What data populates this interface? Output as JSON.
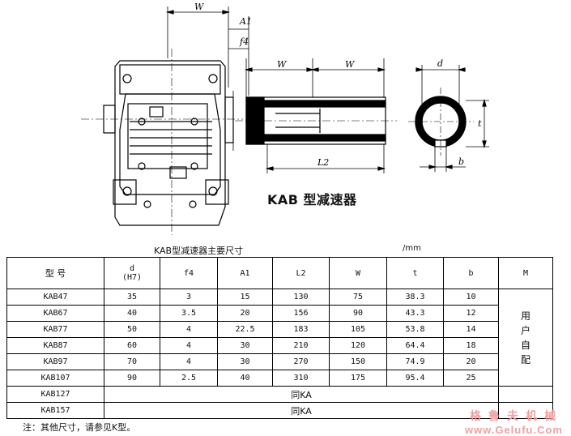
{
  "drawing": {
    "dim_labels": {
      "w_top": "W",
      "a1": "A1",
      "f4": "f4",
      "w_left": "W",
      "w_right": "W",
      "d": "d",
      "t": "t",
      "l2": "L2",
      "b": "b"
    },
    "caption": "KAB 型减速器"
  },
  "table": {
    "title": "KAB型减速器主要尺寸",
    "unit": "/mm",
    "headers": {
      "model": "型  号",
      "d": "d",
      "d_sub": "(H7)",
      "f4": "f4",
      "a1": "A1",
      "l2": "L2",
      "w": "W",
      "t": "t",
      "b": "b",
      "m": "M"
    },
    "rows": [
      {
        "model": "KAB47",
        "d": "35",
        "f4": "3",
        "a1": "15",
        "l2": "130",
        "w": "75",
        "t": "38.3",
        "b": "10"
      },
      {
        "model": "KAB67",
        "d": "40",
        "f4": "3.5",
        "a1": "20",
        "l2": "156",
        "w": "90",
        "t": "43.3",
        "b": "12"
      },
      {
        "model": "KAB77",
        "d": "50",
        "f4": "4",
        "a1": "22.5",
        "l2": "183",
        "w": "105",
        "t": "53.8",
        "b": "14"
      },
      {
        "model": "KAB87",
        "d": "60",
        "f4": "4",
        "a1": "30",
        "l2": "210",
        "w": "120",
        "t": "64.4",
        "b": "18"
      },
      {
        "model": "KAB97",
        "d": "70",
        "f4": "4",
        "a1": "30",
        "l2": "270",
        "w": "150",
        "t": "74.9",
        "b": "20"
      },
      {
        "model": "KAB107",
        "d": "90",
        "f4": "2.5",
        "a1": "40",
        "l2": "310",
        "w": "175",
        "t": "95.4",
        "b": "25"
      }
    ],
    "m_value": [
      "用",
      "户",
      "自",
      "配"
    ],
    "same_rows": [
      {
        "model": "KAB127",
        "text": "同KA"
      },
      {
        "model": "KAB157",
        "text": "同KA"
      }
    ]
  },
  "note": "注：其他尺寸，请参见K型。",
  "watermark": {
    "cn": "格鲁夫机械",
    "url": "www.Gelufu.Com"
  }
}
